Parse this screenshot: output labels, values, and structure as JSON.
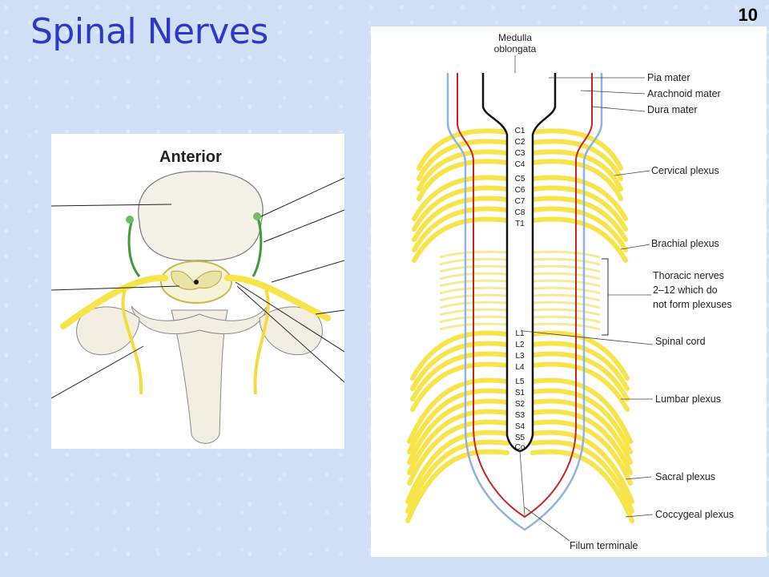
{
  "slide": {
    "title": "Spinal Nerves",
    "number": "10"
  },
  "cross_section": {
    "heading": "Anterior"
  },
  "spinal_cord_diagram": {
    "top_label_line1": "Medulla",
    "top_label_line2": "oblongata",
    "meninges": [
      "Pia mater",
      "Arachnoid mater",
      "Dura mater"
    ],
    "segments": [
      "C1",
      "C2",
      "C3",
      "C4",
      "C5",
      "C6",
      "C7",
      "C8",
      "T1",
      "L1",
      "L2",
      "L3",
      "L4",
      "L5",
      "S1",
      "S2",
      "S3",
      "S4",
      "S5",
      "Co"
    ],
    "callouts": {
      "cervical": "Cervical plexus",
      "brachial": "Brachial plexus",
      "thoracic_line1": "Thoracic nerves",
      "thoracic_line2": "2–12 which do",
      "thoracic_line3": "not form plexuses",
      "spinal_cord": "Spinal cord",
      "lumbar": "Lumbar plexus",
      "sacral": "Sacral plexus",
      "coccygeal": "Coccygeal plexus",
      "filum": "Filum terminale"
    }
  },
  "colors": {
    "title": "#2f36c8",
    "nerve_yellow": "#f7e34a",
    "dura_blue": "#8eb4e0",
    "arachnoid_red": "#c8221e",
    "root_green": "#3f9a3a"
  }
}
